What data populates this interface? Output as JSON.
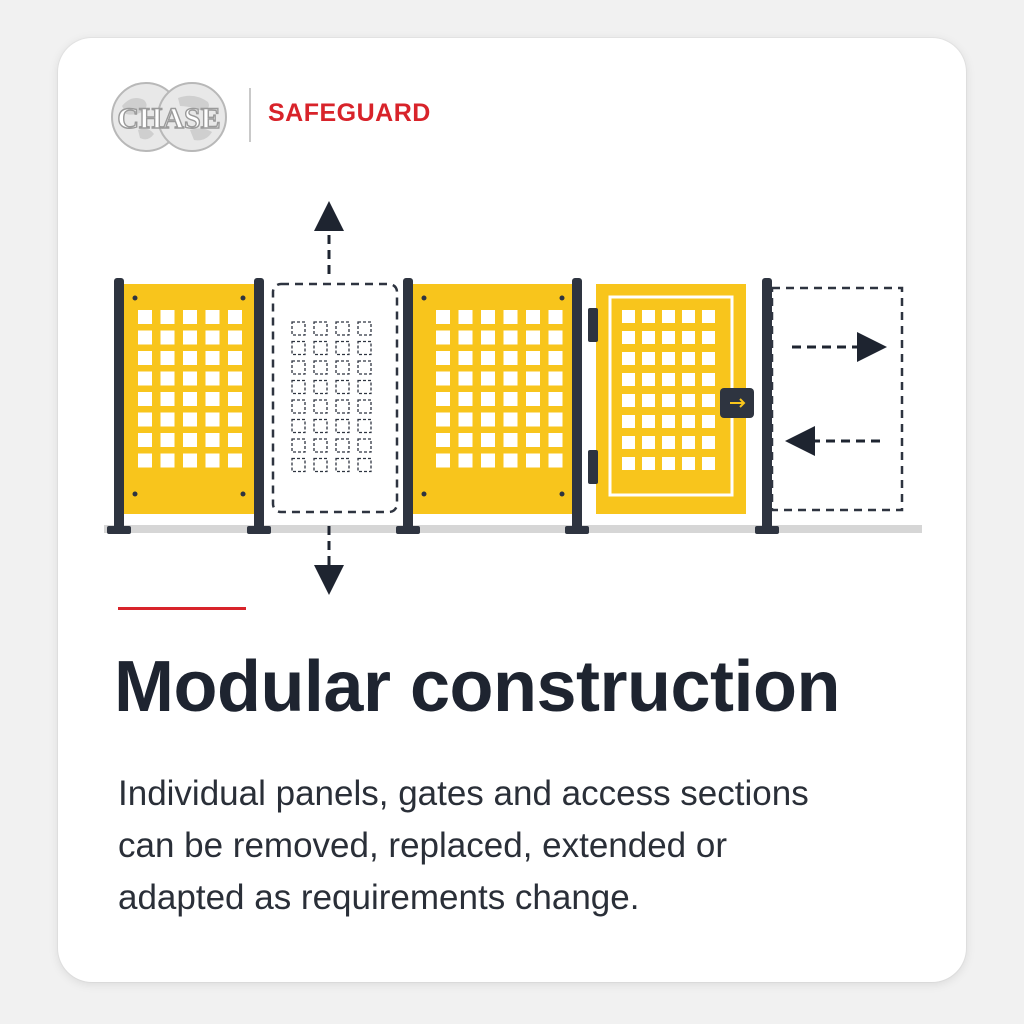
{
  "brand": {
    "logo_text": "CHASE",
    "label": "SAFEGUARD"
  },
  "colors": {
    "panel_yellow": "#f8c51c",
    "post_dark": "#2e3440",
    "accent_red": "#d8232a",
    "title_text": "#1e2430"
  },
  "diagram": {
    "elements": [
      "fixed-panel",
      "removable-panel",
      "fixed-panel",
      "gate",
      "extension-section"
    ],
    "icons": [
      "arrow-up-icon",
      "arrow-down-icon",
      "arrow-right-icon",
      "arrow-left-icon",
      "latch-icon",
      "hinge-icon"
    ]
  },
  "heading": "Modular construction",
  "description_lines": [
    "Individual panels, gates and access sections",
    "can be removed, replaced, extended or",
    "adapted as requirements change."
  ]
}
